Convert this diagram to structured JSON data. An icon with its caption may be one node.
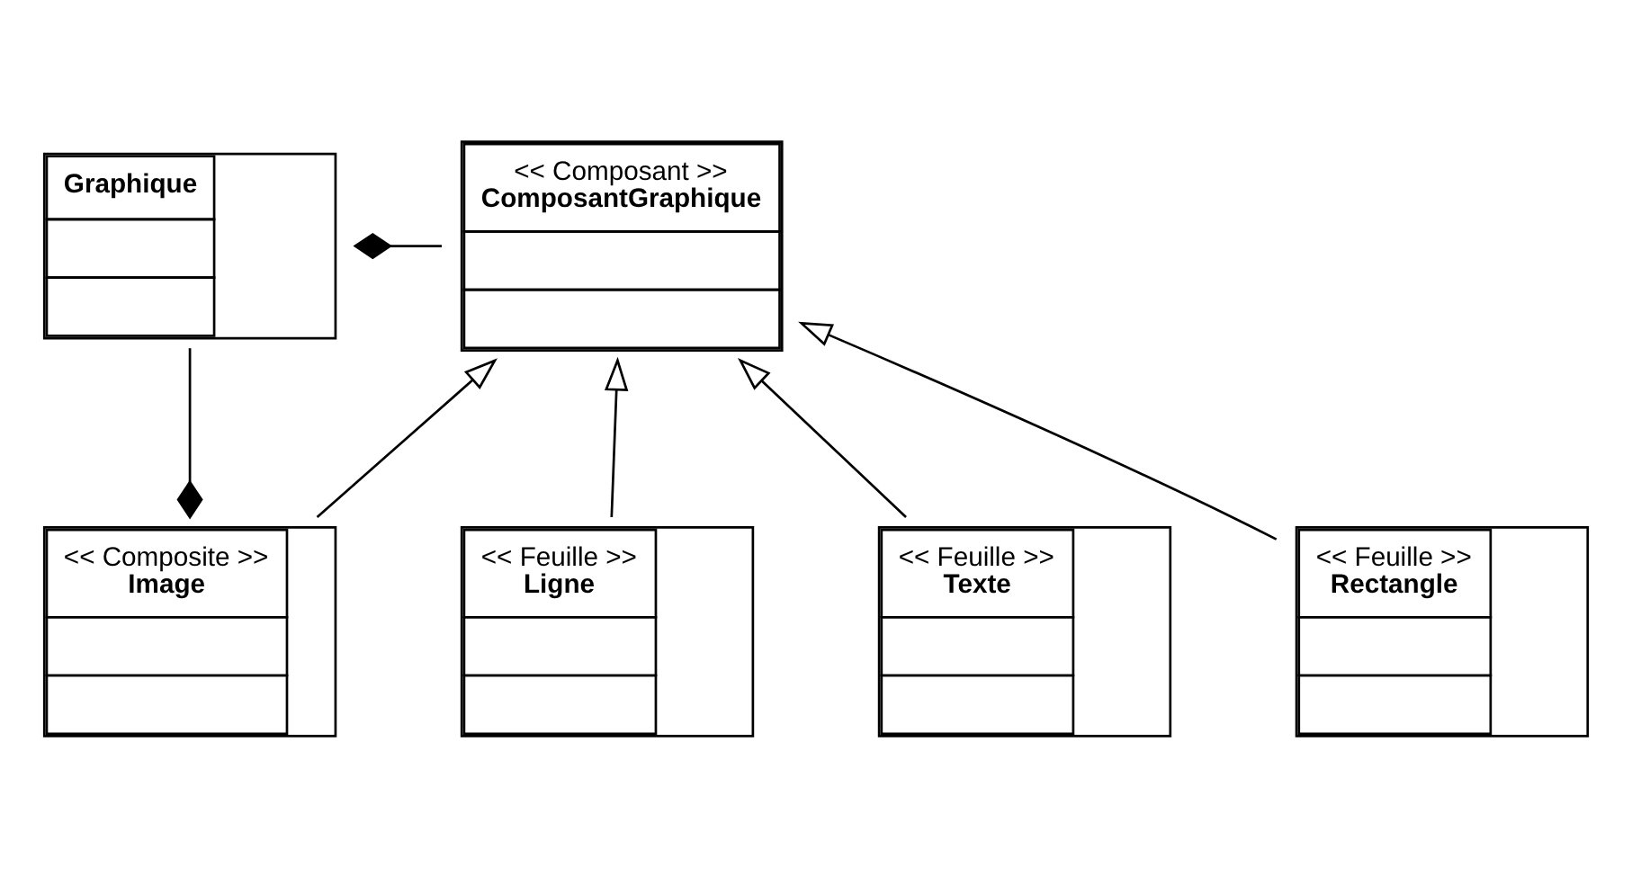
{
  "diagram": {
    "nodes": [
      {
        "text": [
          "Graphique"
        ]
      },
      {
        "text": [
          "<< Composant >>",
          "ComposantGraphique"
        ]
      },
      {
        "text": [
          "<< Composite >>",
          "Image"
        ]
      },
      {
        "text": [
          "<< Feuille >>",
          "Ligne"
        ]
      },
      {
        "text": [
          "<< Feuille >>",
          "Texte"
        ]
      },
      {
        "text": [
          "<< Feuille >>",
          "Rectangle"
        ]
      }
    ],
    "edges": [
      {
        "from": 0,
        "to": 1,
        "arrow": "other"
      },
      {
        "from": 2,
        "to": 0,
        "arrow": "other"
      },
      {
        "from": 2,
        "to": 1,
        "arrow": "to"
      },
      {
        "from": 3,
        "to": 1,
        "arrow": "to"
      },
      {
        "from": 4,
        "to": 1,
        "arrow": "to"
      },
      {
        "from": 5,
        "to": 1,
        "arrow": "to"
      }
    ]
  }
}
